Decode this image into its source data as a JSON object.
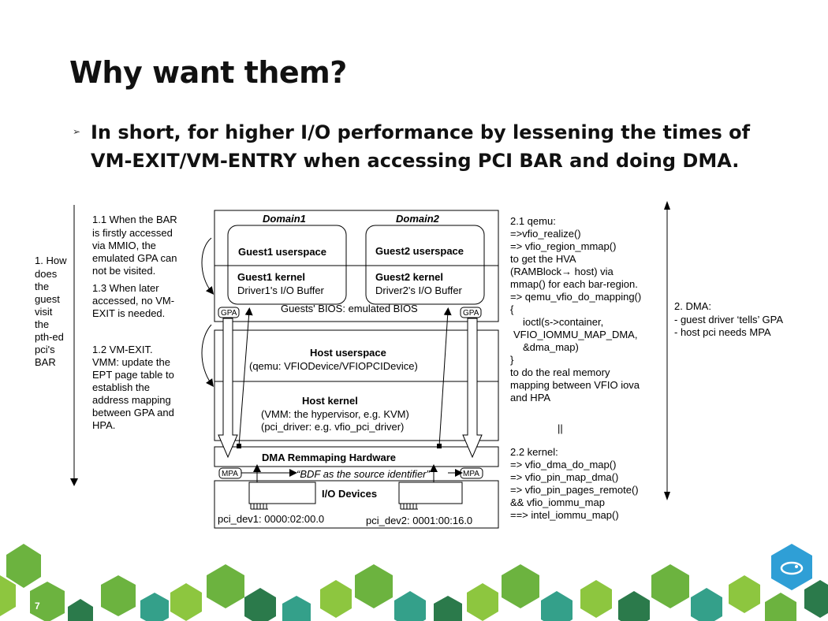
{
  "slide": {
    "title": "Why want them?",
    "bullet": "In short, for higher I/O performance by lessening the times of VM-EXIT/VM-ENTRY when accessing PCI BAR and doing DMA.",
    "page_number": "7"
  },
  "diagram": {
    "left_label": [
      "1. How",
      "does",
      "the",
      "guest",
      "visit",
      "the",
      "pth-ed",
      "pci's",
      "BAR"
    ],
    "note_1_1": [
      "1.1 When the BAR",
      "is firstly accessed",
      "via MMIO, the",
      "emulated GPA can",
      "not be visited."
    ],
    "note_1_3": [
      "1.3 When later",
      "accessed, no VM-",
      "EXIT is needed."
    ],
    "note_1_2": [
      "1.2 VM-EXIT.",
      "VMM: update the",
      "EPT page table to",
      "establish the",
      "address mapping",
      "between GPA and",
      "HPA."
    ],
    "domain1": "Domain1",
    "domain2": "Domain2",
    "guest1_userspace": "Guest1 userspace",
    "guest2_userspace": "Guest2 userspace",
    "guest1_kernel": "Guest1 kernel",
    "guest2_kernel": "Guest2 kernel",
    "driver1_buffer": "Driver1's I/O Buffer",
    "driver2_buffer": "Driver2's I/O Buffer",
    "guest_bios": "Guests' BIOS: emulated BIOS",
    "gpa": "GPA",
    "host_userspace": "Host userspace",
    "host_userspace_detail": "(qemu: VFIODevice/VFIOPCIDevice)",
    "host_kernel": "Host kernel",
    "host_kernel_detail": [
      "(VMM: the hypervisor, e.g. KVM)",
      "(pci_driver: e.g. vfio_pci_driver)"
    ],
    "dma_hw": "DMA Remmaping Hardware",
    "mpa": "MPA",
    "bdf_note": "“BDF as the source identifier”",
    "io_devices": "I/O Devices",
    "pci_dev1": "pci_dev1: 0000:02:00.0",
    "pci_dev2": "pci_dev2: 0001:00:16.0",
    "note_2_1": [
      "2.1 qemu:",
      "=>vfio_realize()",
      "=> vfio_region_mmap()",
      "to get the HVA",
      "(RAMBlock→ host) via",
      "mmap() for each bar-region.",
      "=> qemu_vfio_do_mapping()",
      "{",
      "ioctl(s->container,",
      "VFIO_IOMMU_MAP_DMA,",
      "&dma_map)",
      "}",
      "to do the real memory",
      "mapping between VFIO iova",
      "and HPA"
    ],
    "parallel": "||",
    "note_2_2": [
      "2.2 kernel:",
      "=> vfio_dma_do_map()",
      "=> vfio_pin_map_dma()",
      "=> vfio_pin_pages_remote()",
      "&& vfio_iommu_map",
      "==> intel_iommu_map()"
    ],
    "right_label": [
      "2. DMA:",
      "- guest driver ‘tells’ GPA",
      "- host pci needs MPA"
    ]
  },
  "colors": {
    "hex_green": "#6cb33f",
    "hex_green_light": "#8dc63f",
    "hex_teal": "#34a08a",
    "hex_blue": "#2f9fd6",
    "hex_dark": "#2b7a4b"
  }
}
